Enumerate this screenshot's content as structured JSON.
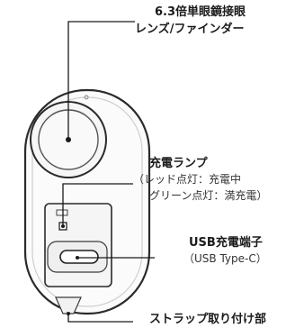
{
  "callouts": {
    "lens": {
      "line1": "6.3倍単眼鏡接眼",
      "line2": "レンズ/ファインダー"
    },
    "charge_lamp": {
      "title": "充電ランプ",
      "detail1": "（レッド点灯：充電中",
      "detail2": "グリーン点灯：満充電）"
    },
    "usb_port": {
      "title": "USB充電端子",
      "detail": "（USB Type-C）"
    },
    "strap": {
      "title": "ストラップ取り付け部"
    }
  }
}
